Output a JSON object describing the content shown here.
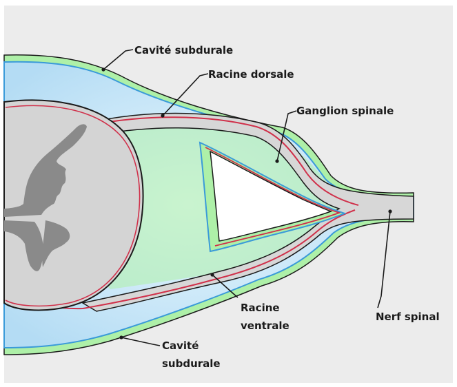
{
  "labels": {
    "subdural_top": "Cavité subdurale",
    "dorsal_root": "Racine dorsale",
    "spinal_ganglion": "Ganglion spinale",
    "ventral_root_line1": "Racine",
    "ventral_root_line2": "ventrale",
    "spinal_nerve": "Nerf spinal",
    "subdural_bottom_line1": "Cavité",
    "subdural_bottom_line2": "subdurale"
  },
  "colors": {
    "background": "#ececec",
    "csf_blue": "#bfe3f7",
    "csf_blue_center": "#e6f5fd",
    "dura_green": "#aef0a8",
    "arachnoid_blue": "#3a9ad9",
    "pia_red": "#d0304a",
    "nerve_gray": "#d7d7d7",
    "grey_matter": "#8a8a8a",
    "outline": "#1a1a1a"
  }
}
